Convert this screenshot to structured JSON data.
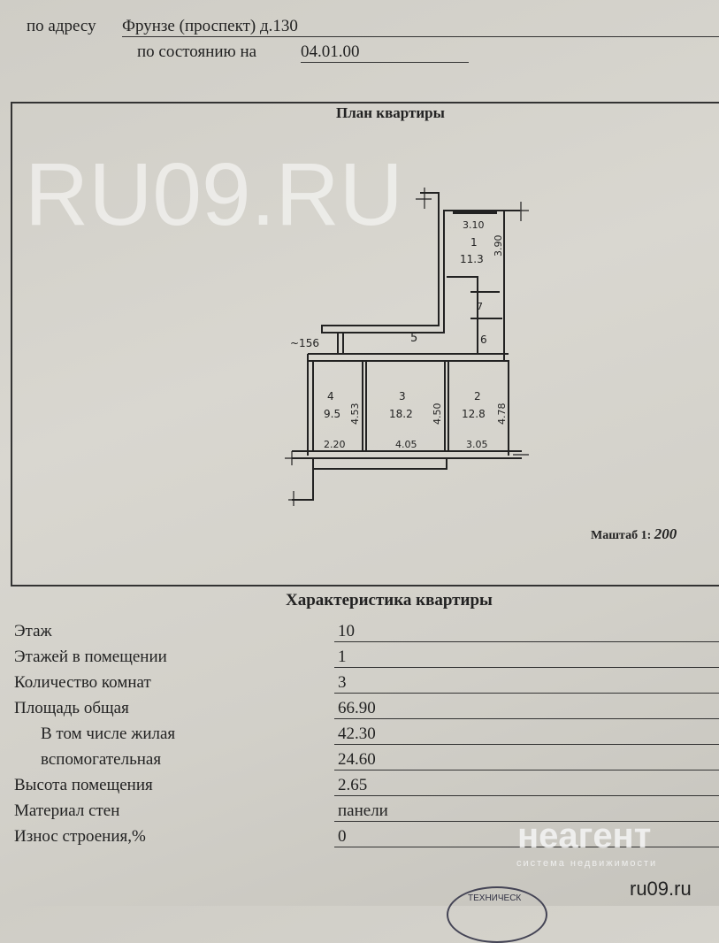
{
  "header": {
    "address_label": "по адресу",
    "address_value": "Фрунзе (проспект) д.130",
    "date_label": "по состоянию на",
    "date_value": "04.01.00"
  },
  "plan": {
    "title": "План квартиры",
    "scale_label": "Маштаб 1:",
    "scale_value": "200",
    "labels": {
      "r1_width": "3.10",
      "r1_num": "1",
      "r1_area": "11.3",
      "r1_len": "3.90",
      "r7": "7",
      "r6": "6",
      "r5": "5",
      "dim156": "~156",
      "r4_num": "4",
      "r4_area": "9.5",
      "r4_len": "4.53",
      "r4_width": "2.20",
      "r3_num": "3",
      "r3_area": "18.2",
      "r3_len": "4.50",
      "r3_width": "4.05",
      "r2_num": "2",
      "r2_area": "12.8",
      "r2_len": "4.78",
      "r2_width": "3.05"
    }
  },
  "characteristics": {
    "title": "Характеристика квартиры",
    "rows": [
      {
        "label": "Этаж",
        "value": "10"
      },
      {
        "label": "Этажей в помещении",
        "value": "1"
      },
      {
        "label": "Количество комнат",
        "value": "3"
      },
      {
        "label": "Площадь общая",
        "value": "66.90"
      },
      {
        "label": "В том числе жилая",
        "value": "42.30"
      },
      {
        "label": "вспомогательная",
        "value": "24.60"
      },
      {
        "label": "Высота помещения",
        "value": "2.65"
      },
      {
        "label": "Материал стен",
        "value": "панели"
      },
      {
        "label": "Износ строения,%",
        "value": "0"
      }
    ]
  },
  "watermarks": {
    "main": "RU09.RU",
    "brand": "неагент",
    "brand_sub": "система недвижимости",
    "site": "ru09.ru",
    "stamp": "ТЕХНИЧЕСК"
  }
}
